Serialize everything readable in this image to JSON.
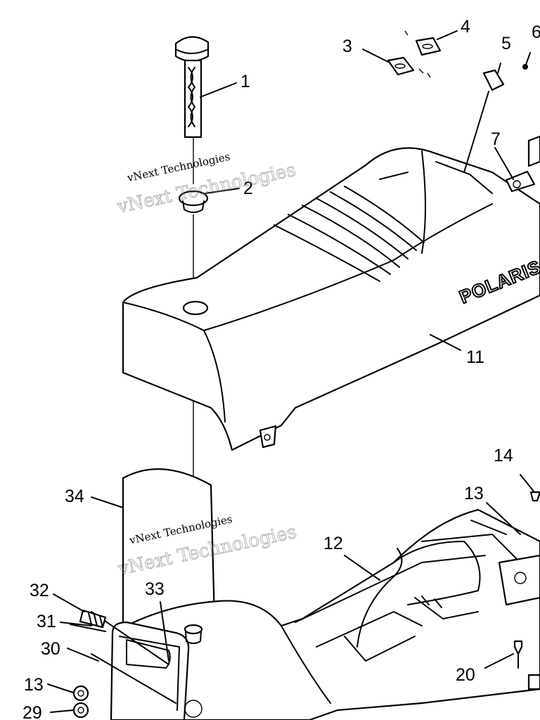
{
  "callouts": [
    {
      "id": "1",
      "text": "1"
    },
    {
      "id": "2",
      "text": "2"
    },
    {
      "id": "3",
      "text": "3"
    },
    {
      "id": "4",
      "text": "4"
    },
    {
      "id": "5",
      "text": "5"
    },
    {
      "id": "6",
      "text": "6"
    },
    {
      "id": "7",
      "text": "7"
    },
    {
      "id": "11",
      "text": "11"
    },
    {
      "id": "12",
      "text": "12"
    },
    {
      "id": "13a",
      "text": "13"
    },
    {
      "id": "14",
      "text": "14"
    },
    {
      "id": "20",
      "text": "20"
    },
    {
      "id": "29",
      "text": "29"
    },
    {
      "id": "30",
      "text": "30"
    },
    {
      "id": "31",
      "text": "31"
    },
    {
      "id": "32",
      "text": "32"
    },
    {
      "id": "33",
      "text": "33"
    },
    {
      "id": "34",
      "text": "34"
    },
    {
      "id": "13b",
      "text": "13"
    }
  ],
  "brand_text": "POLARIS",
  "watermark": {
    "line1": "vNext Technologies",
    "line2": "vNext Technologies"
  },
  "colors": {
    "ink": "#000000",
    "paper": "#ffffff"
  }
}
